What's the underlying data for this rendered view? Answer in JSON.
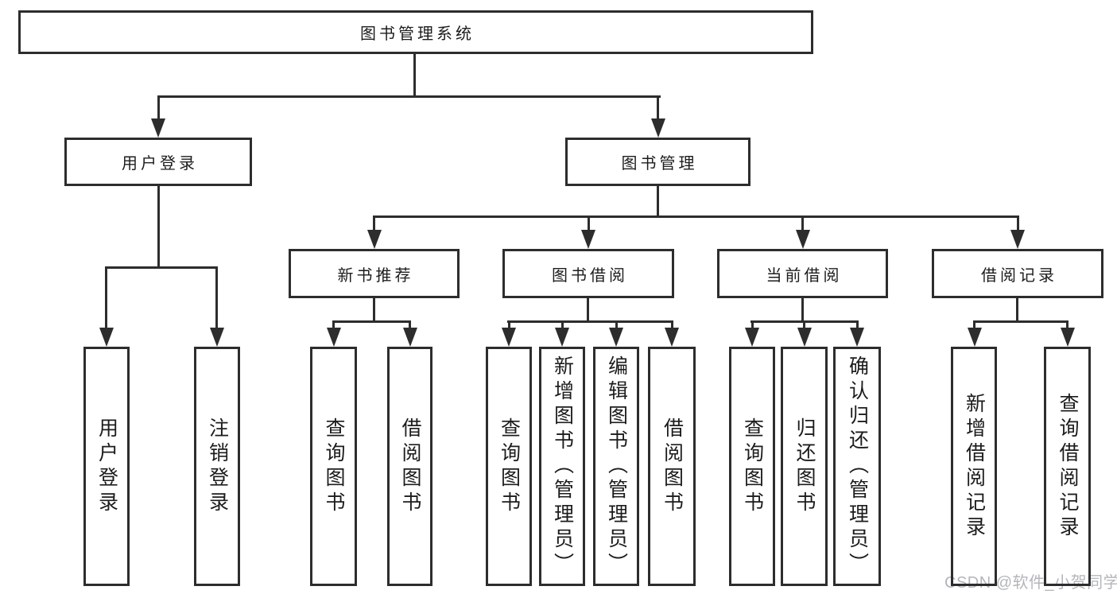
{
  "watermark": "CSDN @软件_小贺同学",
  "colors": {
    "line": "#2d2d2d",
    "text": "#1c1c1e",
    "watermark": "#b3b6ba",
    "background": "#ffffff"
  },
  "tree": {
    "label": "图书管理系统",
    "children": [
      {
        "label": "用户登录",
        "children": [
          {
            "label": "用户登录"
          },
          {
            "label": "注销登录"
          }
        ]
      },
      {
        "label": "图书管理",
        "children": [
          {
            "label": "新书推荐",
            "children": [
              {
                "label": "查询图书"
              },
              {
                "label": "借阅图书"
              }
            ]
          },
          {
            "label": "图书借阅",
            "children": [
              {
                "label": "查询图书"
              },
              {
                "label": "新增图书（管理员）"
              },
              {
                "label": "编辑图书（管理员）"
              },
              {
                "label": "借阅图书"
              }
            ]
          },
          {
            "label": "当前借阅",
            "children": [
              {
                "label": "查询图书"
              },
              {
                "label": "归还图书"
              },
              {
                "label": "确认归还（管理员）"
              }
            ]
          },
          {
            "label": "借阅记录",
            "children": [
              {
                "label": "新增借阅记录"
              },
              {
                "label": "查询借阅记录"
              }
            ]
          }
        ]
      }
    ]
  }
}
